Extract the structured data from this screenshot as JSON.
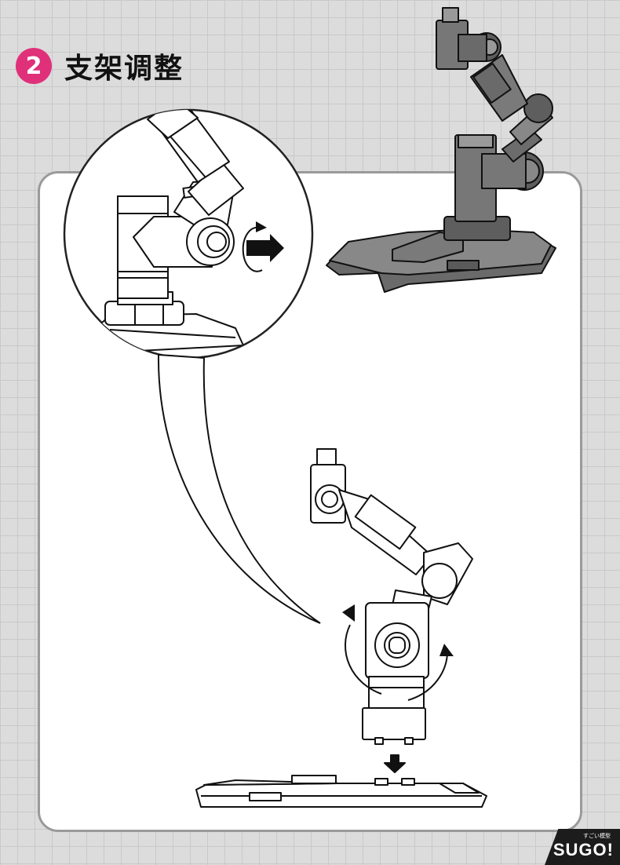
{
  "step": {
    "number": "2",
    "title": "支架调整",
    "badge_color": "#e0307a"
  },
  "brand": {
    "logo": "SUGO!",
    "tagline": "すごい模型"
  },
  "illustrations": [
    "assembled-stand-icon",
    "closeup-rotation-icon",
    "attach-arm-to-base-icon"
  ]
}
